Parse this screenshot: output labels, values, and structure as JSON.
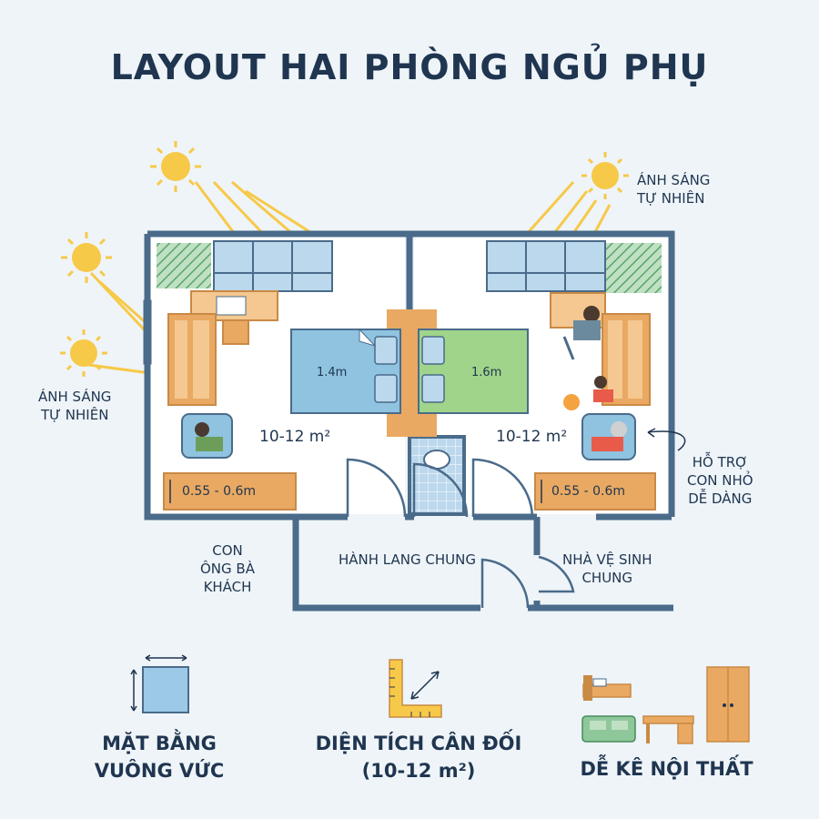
{
  "title": "LAYOUT HAI PHÒNG NGỦ PHỤ",
  "labels": {
    "light_left": [
      "ÁNH SÁNG",
      "TỰ NHIÊN"
    ],
    "light_right": [
      "ÁNH SÁNG",
      "TỰ NHIÊN"
    ],
    "guests": [
      "CON",
      "ÔNG BÀ",
      "KHÁCH"
    ],
    "corridor": "HÀNH LANG CHUNG",
    "toilet": [
      "NHÀ VỆ SINH",
      "CHUNG"
    ],
    "support": [
      "HỖ TRỢ",
      "CON NHỎ",
      "DỄ DÀNG"
    ]
  },
  "rooms": {
    "left": {
      "area": "10-12 m²",
      "bed": "1.4m",
      "shelf": "0.55 - 0.6m"
    },
    "right": {
      "area": "10-12 m²",
      "bed": "1.6m",
      "shelf": "0.55 - 0.6m"
    }
  },
  "features": [
    {
      "icon": "square-plan-icon",
      "lines": [
        "MẶT BẰNG",
        "VUÔNG VỨC"
      ]
    },
    {
      "icon": "ruler-area-icon",
      "lines": [
        "DIỆN TÍCH CÂN ĐỐI",
        "(10-12 m²)"
      ]
    },
    {
      "icon": "furniture-icon",
      "lines": [
        "DỄ KÊ NỘI THẤT"
      ]
    }
  ],
  "colors": {
    "wall": "#4a6b8a",
    "window": "#bcd8ec",
    "sun": "#f7c948",
    "bed_left": "#8fc3e0",
    "bed_right": "#9fd48a",
    "wood": "#e9a962",
    "text": "#1f3550"
  }
}
